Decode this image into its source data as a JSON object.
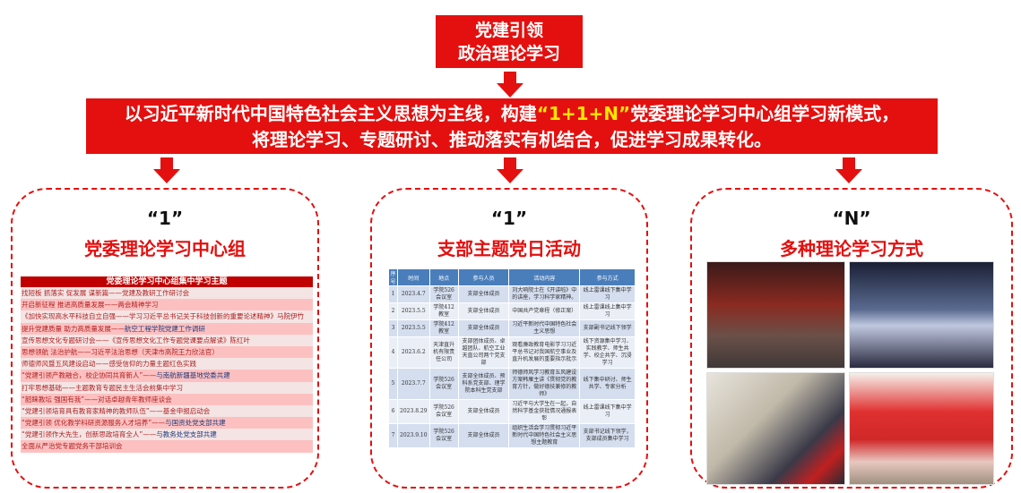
{
  "top_box": {
    "line1": "党建引领",
    "line2": "政治理论学习"
  },
  "banner": {
    "pre": "以习近平新时代中国特色社会主义思想为主线，构建",
    "highlight": "“1+1+N”",
    "post": "党委理论学习中心组学习新模式，",
    "line2": "将理论学习、专题研讨、推动落实有机结合，促进学习成果转化。"
  },
  "panels": [
    {
      "num": "“1”",
      "title": "党委理论学习中心组"
    },
    {
      "num": "“1”",
      "title": "支部主题党日活动"
    },
    {
      "num": "“N”",
      "title": "多种理论学习方式"
    }
  ],
  "topics": {
    "header": "党委理论学习中心组集中学习主题",
    "rows": [
      {
        "a": "找短板 抓落实 促发展 谋新篇——党建及教研工作研讨会",
        "b": ""
      },
      {
        "a": "开启新征程 推进高质量发展——两会精神学习",
        "b": ""
      },
      {
        "a": "《加快实现高水平科技自立自强——学习习近平总书记关于科技创新的重要论述精神》马院伊竹",
        "b": ""
      },
      {
        "a": "提升党建质量 助力高质量发展——",
        "b": "航空工程学院党建工作调研"
      },
      {
        "a": "宣传思想文化专题研讨会——《宣传思想文化工作专题党课要点解读》陈红叶",
        "b": ""
      },
      {
        "a": "思想领航 法治护航——习近平法治思想（天津市高院王力欣法官）",
        "b": ""
      },
      {
        "a": "师德师风暨五风建设启动——感受信仰的力量主题红色实践",
        "b": ""
      },
      {
        "a": "“党建引领产教融合，校企协同共育新人”——",
        "b": "与南航新疆基地党委共建"
      },
      {
        "a": "打牢思想基础——主题教育专题民主生活会前集中学习",
        "b": ""
      },
      {
        "a": "“韶睐教坛 强国有我”——对话卓越青年教师座谈会",
        "b": ""
      },
      {
        "a": "“党建引领培育具有教育家精神的教师队伍”——基金申报启动会",
        "b": ""
      },
      {
        "a": "“党建引领 优化教学科研资源服务人才培养”——",
        "b": "与国资处党支部共建"
      },
      {
        "a": "“党建引领作大先生，创新思政培育全人”——",
        "b": "与教务处党支部共建"
      },
      {
        "a": "全面从严治党专题党务干部培训会",
        "b": ""
      }
    ]
  },
  "activities": {
    "headers": [
      "序号",
      "时间",
      "地点",
      "参与人员",
      "活动内容",
      "参与方式"
    ],
    "rows": [
      [
        "1",
        "2023.4.7",
        "学院526会议室",
        "支部全体成员",
        "刘大响院士在《开讲啦》中的讲座，学习科学家精神。",
        "线上雷课线下集中学习"
      ],
      [
        "2",
        "2023.5.5",
        "学院412教室",
        "支部全体成员",
        "中国共产党章程（修正案）",
        "线上雷课线上集中学习"
      ],
      [
        "3",
        "2023.5.5",
        "学院412教室",
        "支部全体成员",
        "习近平新时代中国特色社会主义思想",
        "支部副书记线下领学"
      ],
      [
        "4",
        "2023.6.2",
        "天津直升机有限责任公司",
        "支部团体成员、卓越团队、航空工业天直公司两个党支部",
        "观看廉政教育电影学习习近平总书记对我国航空事业及直升机发展的重要指示批示",
        "线下资源集中学习、实践教学、师生共学、校企共学、沉浸学习"
      ],
      [
        "5",
        "2023.7.7",
        "学院526会议室",
        "支部全体成员、预科系党支部、理学院本科生党支部",
        "师德师风学习教育五风建设方案韩雁主讲《贯彻党的教育方针，做好德技兼修的教师》",
        "线下集中研讨、师生共学、专家分析"
      ],
      [
        "6",
        "2023.8.29",
        "学院526会议室",
        "支部全体成员",
        "习近平与大学生在一起，自然科学基金获批情况通报表彰",
        "线上雷课线下集中学习"
      ],
      [
        "7",
        "2023.9.10",
        "学院526会议室",
        "支部全体成员",
        "组织生活会学习贯彻习近平新时代中国特色社会主义思想主题教育",
        "支部书记线下领学，支部成员集中学习"
      ]
    ]
  },
  "colors": {
    "accent": "#e3100f",
    "table_header": "#4a7ebb"
  }
}
